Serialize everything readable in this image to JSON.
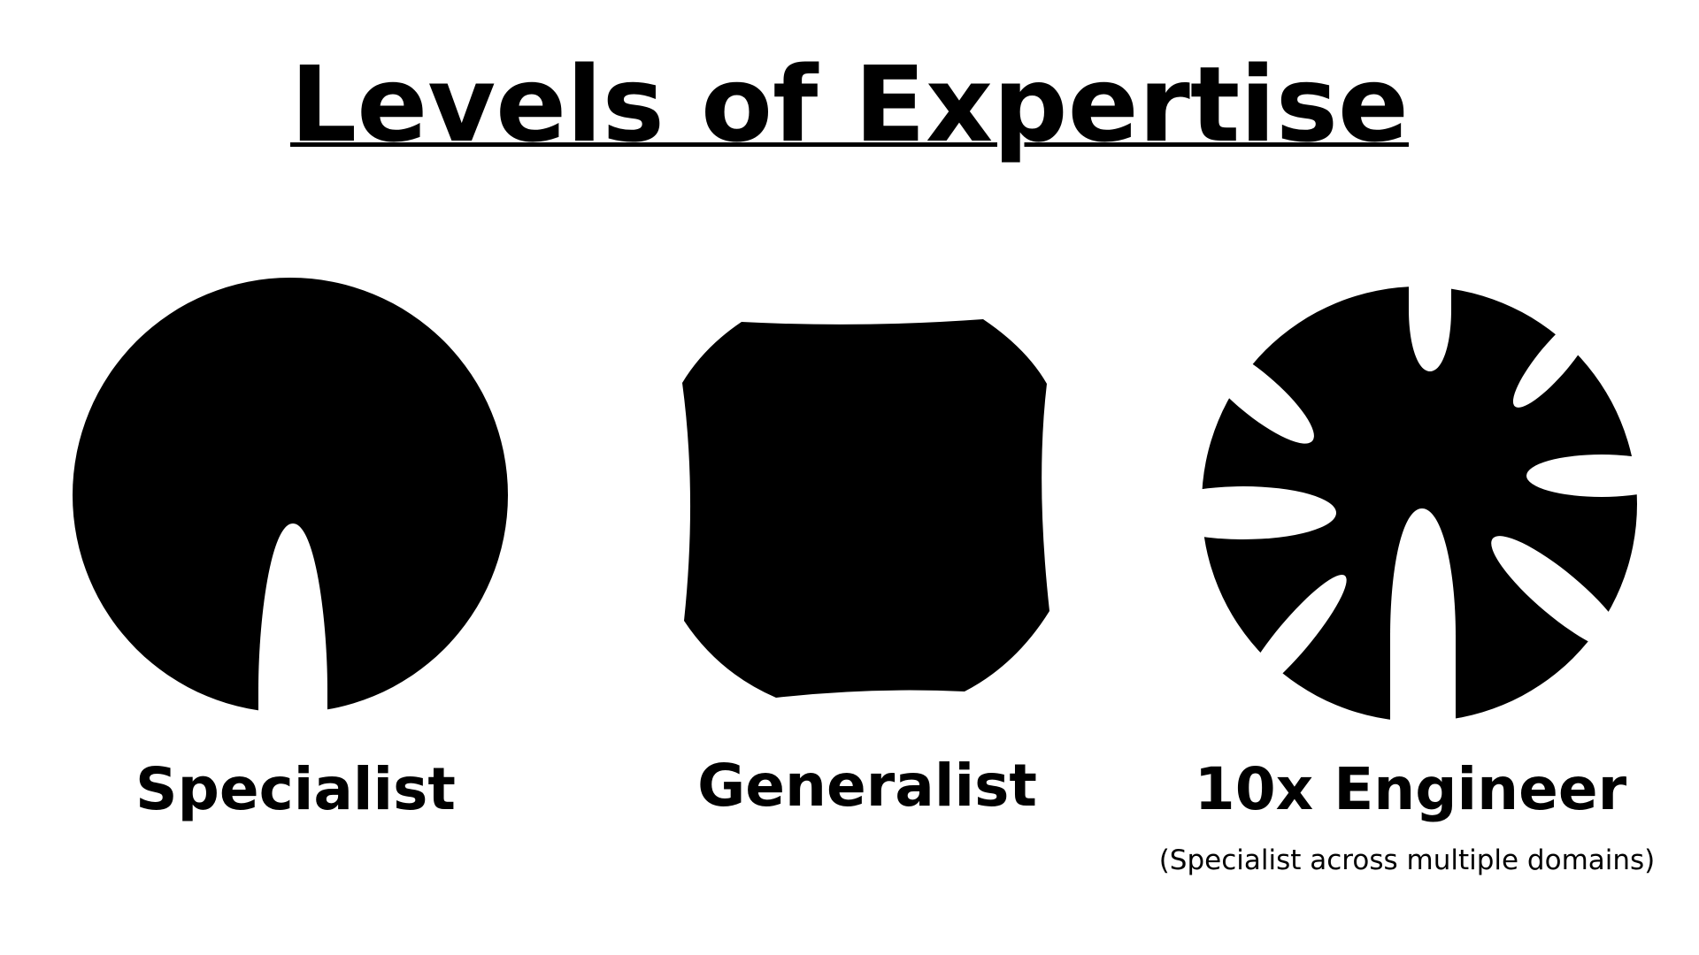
{
  "title": "Levels of Expertise",
  "colors": {
    "shape_fill": "#000000",
    "background": "#ffffff",
    "text": "#000000"
  },
  "panels": [
    {
      "label": "Specialist",
      "sublabel": "",
      "shape": "circle-with-single-notch"
    },
    {
      "label": "Generalist",
      "sublabel": "",
      "shape": "rounded-square-blob"
    },
    {
      "label": "10x Engineer",
      "sublabel": "(Specialist across multiple domains)",
      "shape": "circle-with-many-notches"
    }
  ]
}
